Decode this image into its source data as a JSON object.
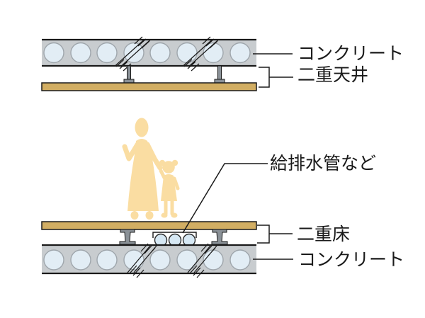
{
  "labels": {
    "upper_concrete": "コンクリート",
    "double_ceiling": "二重天井",
    "pipes": "給排水管など",
    "double_floor": "二重床",
    "lower_concrete": "コンクリート"
  },
  "colors": {
    "concrete": "#C8CCCF",
    "void_circle": "#E2EDF5",
    "board": "#D2AE63",
    "support": "#8A9197",
    "pipe": "#D6E8F4",
    "people": "#FADDA2",
    "line": "#1A1A1A"
  }
}
